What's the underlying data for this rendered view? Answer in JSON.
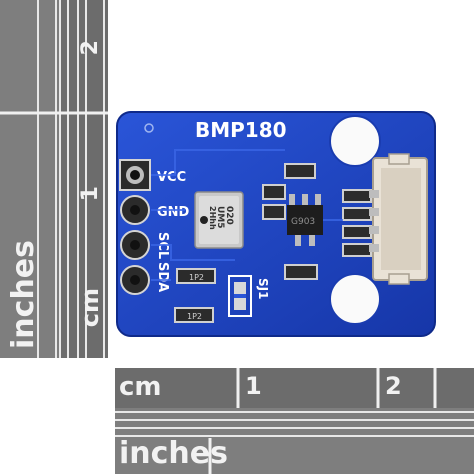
{
  "ruler_left": {
    "top_numbers": [
      "2"
    ],
    "bottom_number": "1",
    "unit_top": "inches",
    "unit_bottom": "cm"
  },
  "ruler_bottom": {
    "numbers": [
      "1",
      "2"
    ],
    "unit_top": "cm",
    "unit_bottom": "inches"
  },
  "board": {
    "title": "BMP180",
    "pins": [
      "VCC",
      "GND",
      "SCL",
      "SDA"
    ],
    "jumper_label": "SJ1",
    "sensor_marking_1": "020",
    "sensor_marking_2": "UM5",
    "sensor_marking_3": "2Hhh",
    "resistor_1": "1P2",
    "resistor_2": "1P2",
    "regulator_marking": "G903"
  },
  "colors": {
    "pcb": "#1f46c8",
    "ruler_bg": "#7a7a7a",
    "ruler_dark": "#585858",
    "connector": "#e9e2d6"
  }
}
